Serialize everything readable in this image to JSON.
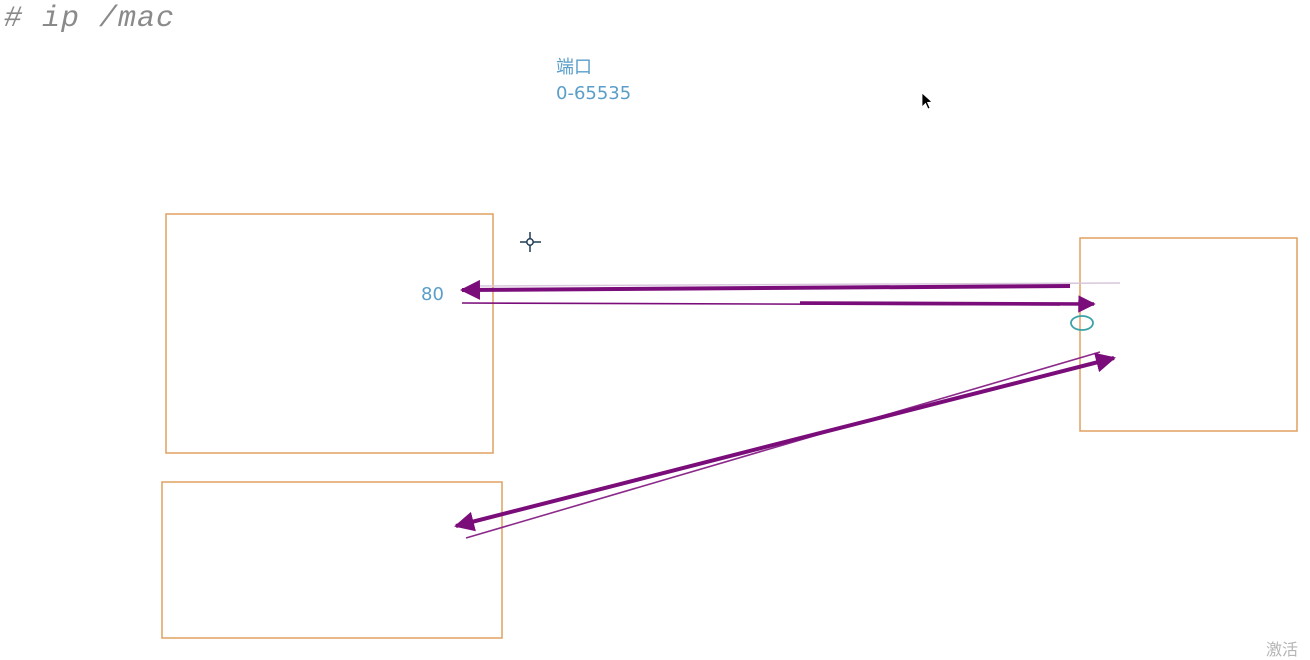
{
  "heading": "# ip /mac",
  "annotation": {
    "title": "端口",
    "range": "0-65535"
  },
  "port_label": "80",
  "corner_text": "激活",
  "colors": {
    "box_border": "#e0a060",
    "arrow": "#7a0d7a",
    "text_blue": "#5a9ec9",
    "heading_gray": "#8a8a8a",
    "ellipse": "#3aa3a8"
  },
  "icons": [
    "crosshair-icon",
    "mouse-cursor-icon"
  ]
}
